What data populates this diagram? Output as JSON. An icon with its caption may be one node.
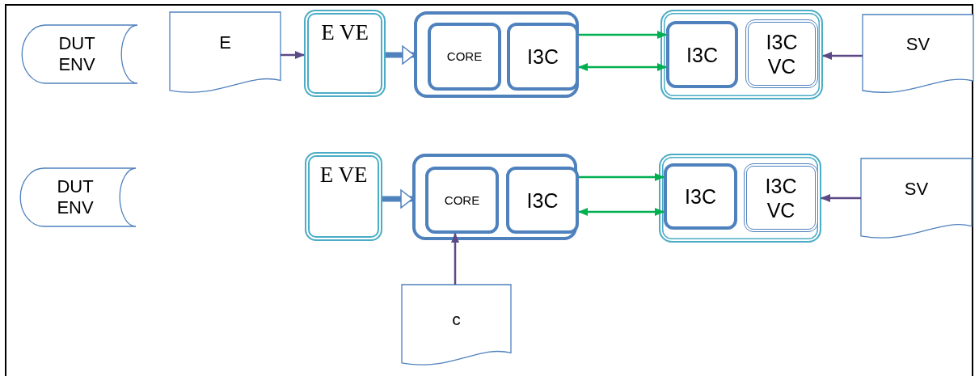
{
  "diagram": {
    "nodes": [
      {
        "text": [
          "DUT ENV"
        ]
      },
      {
        "text": [
          "E"
        ]
      },
      {
        "text": [
          "E VE"
        ]
      },
      {
        "text": [],
        "shape": "box"
      },
      {
        "text": [
          "CORE"
        ],
        "in": 3
      },
      {
        "text": [
          "I3C"
        ],
        "in": 3
      },
      {
        "text": [],
        "shape": "box"
      },
      {
        "text": [
          "I3C"
        ],
        "in": 6
      },
      {
        "text": [
          "I3C VC"
        ],
        "in": 6
      },
      {
        "text": [
          "SV"
        ]
      },
      {
        "text": [
          "DUT ENV"
        ]
      },
      {
        "text": [
          "E VE"
        ]
      },
      {
        "text": [],
        "shape": "box"
      },
      {
        "text": [
          "CORE"
        ],
        "in": 12
      },
      {
        "text": [
          "I3C"
        ],
        "in": 12
      },
      {
        "text": [],
        "shape": "box"
      },
      {
        "text": [
          "I3C"
        ],
        "in": 15
      },
      {
        "text": [
          "I3C VC"
        ],
        "in": 15
      },
      {
        "text": [
          "SV"
        ]
      },
      {
        "text": [
          "c"
        ]
      }
    ],
    "edges": [
      {
        "from": 1,
        "to": 2,
        "arrow": "to",
        "color": "#5b4a86"
      },
      {
        "from": 2,
        "to": 3,
        "arrow": "to",
        "style": "thick",
        "color": "#4f81bd"
      },
      {
        "from": 5,
        "to": 7,
        "arrow": "to",
        "color": "#00b050"
      },
      {
        "from": 5,
        "to": 7,
        "arrow": "both",
        "color": "#00b050"
      },
      {
        "from": 9,
        "to": 6,
        "arrow": "to",
        "color": "#5b4a86"
      },
      {
        "from": 11,
        "to": 12,
        "arrow": "to",
        "style": "thick",
        "color": "#4f81bd"
      },
      {
        "from": 14,
        "to": 16,
        "arrow": "to",
        "color": "#00b050"
      },
      {
        "from": 14,
        "to": 16,
        "arrow": "both",
        "color": "#00b050"
      },
      {
        "from": 18,
        "to": 15,
        "arrow": "to",
        "color": "#5b4a86"
      },
      {
        "from": 19,
        "to": 13,
        "arrow": "to",
        "color": "#5b4a86"
      }
    ]
  }
}
